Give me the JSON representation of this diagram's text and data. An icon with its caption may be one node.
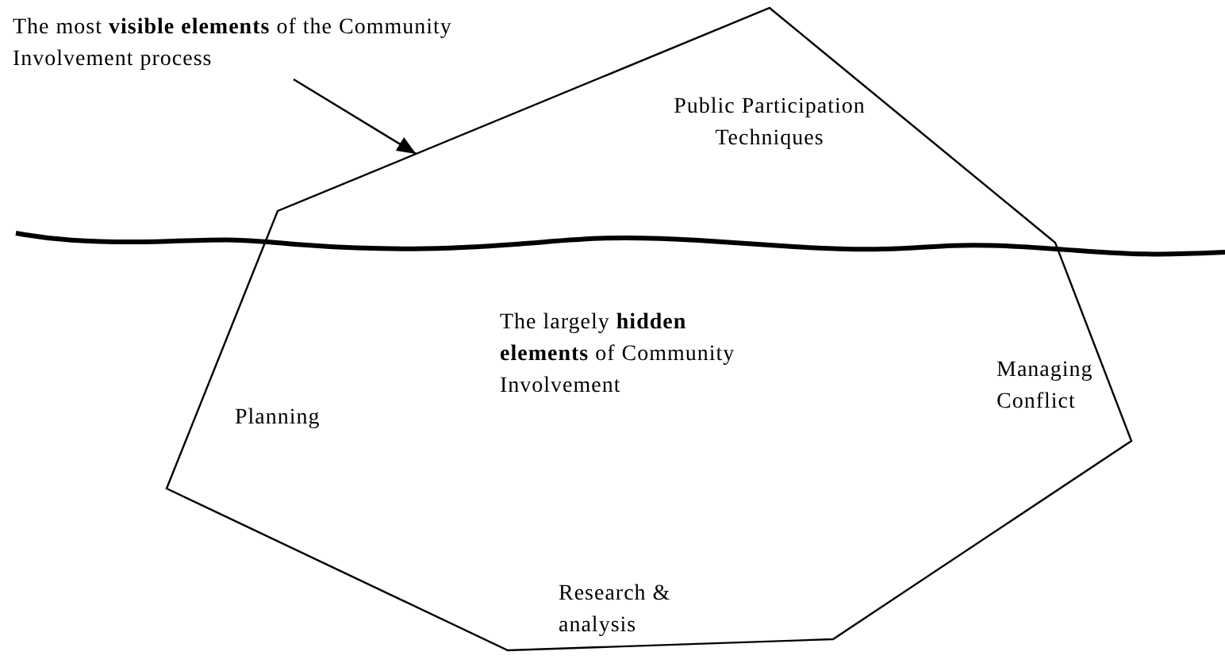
{
  "diagram": {
    "nodes": [
      {
        "text": [
          "The most **visible elements** of the Community Involvement process"
        ]
      },
      {
        "text": [],
        "shape": "picture"
      }
    ],
    "edges": [
      {
        "from": 0,
        "to": 1,
        "arrow": "to"
      }
    ],
    "labels": [
      "Public Participation Techniques",
      "The largely **hidden elements** of Community Involvement",
      "Planning",
      "Managing Conflict",
      "Research & analysis"
    ]
  }
}
